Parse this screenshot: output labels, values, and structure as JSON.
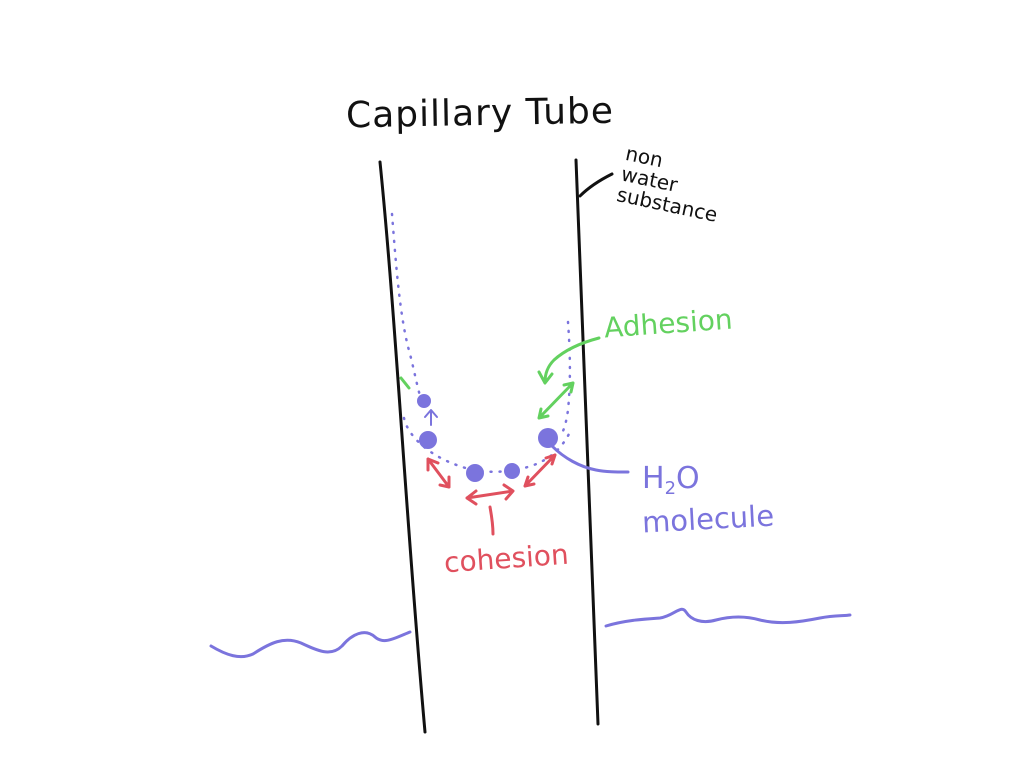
{
  "title": "Capillary Tube",
  "labels": {
    "wall_note": [
      "non",
      "water",
      "substance"
    ],
    "adhesion": "Adhesion",
    "molecule_formula_h": "H",
    "molecule_formula_sub": "2",
    "molecule_formula_o": "O",
    "molecule_word": "molecule",
    "cohesion": "cohesion"
  },
  "colors": {
    "ink": "#111111",
    "water": "#7b74dd",
    "cohesion": "#e0505e",
    "adhesion": "#63d15f"
  },
  "icons": {
    "molecule": "dot-icon",
    "force": "double-arrow-icon"
  }
}
